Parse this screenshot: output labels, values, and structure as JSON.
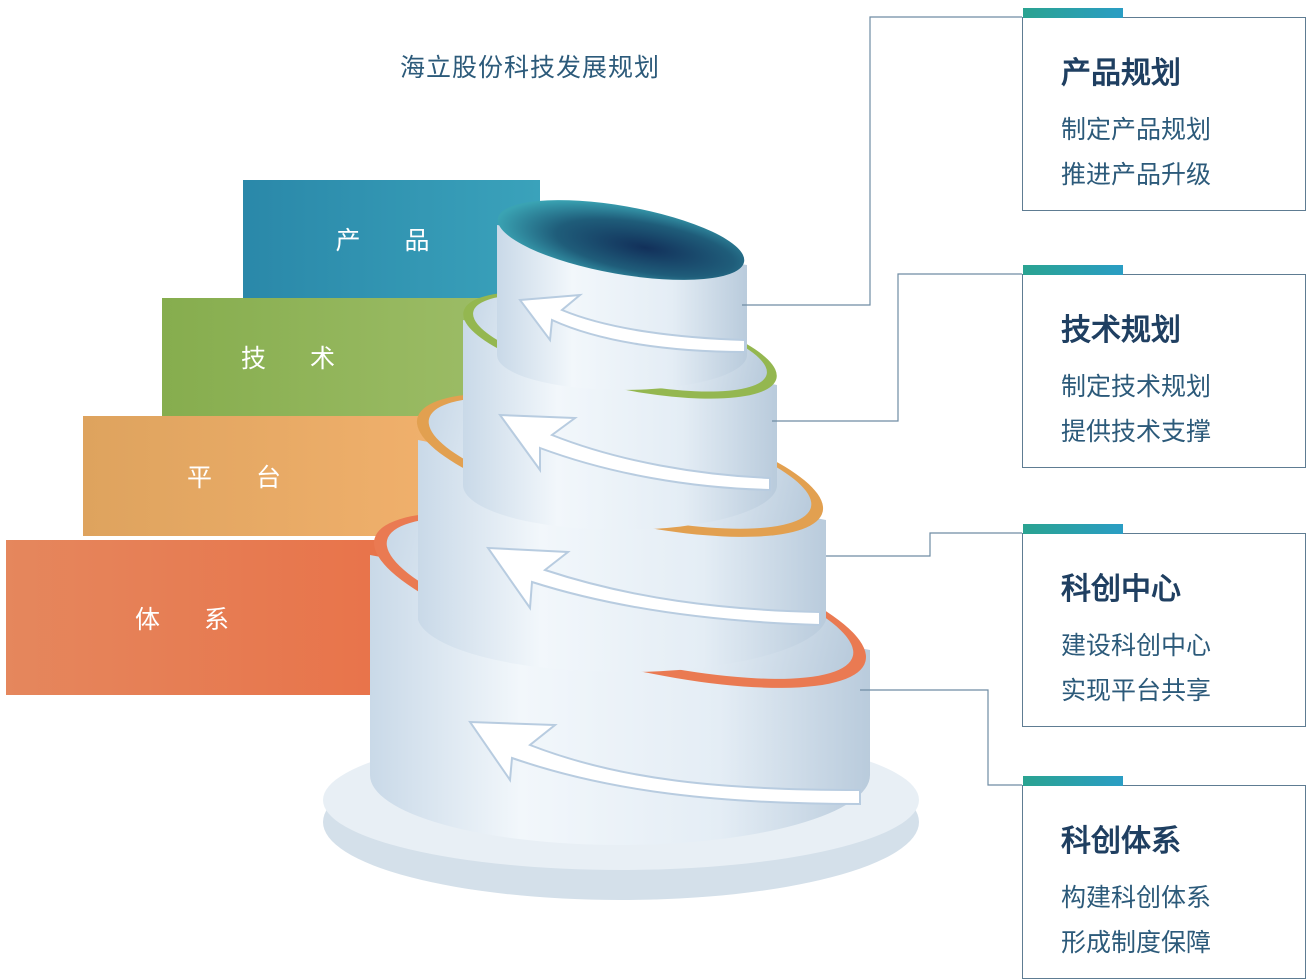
{
  "title": "海立股份科技发展规划",
  "layers": [
    {
      "label": "产 品",
      "color": "#3296b1"
    },
    {
      "label": "技 术",
      "color": "#8fb35a"
    },
    {
      "label": "平 台",
      "color": "#e7a865"
    },
    {
      "label": "体 系",
      "color": "#e87b55"
    }
  ],
  "cards": [
    {
      "title": "产品规划",
      "lines": [
        "制定产品规划",
        "推进产品升级"
      ]
    },
    {
      "title": "技术规划",
      "lines": [
        "制定技术规划",
        "提供技术支撑"
      ]
    },
    {
      "title": "科创中心",
      "lines": [
        "建设科创中心",
        "实现平台共享"
      ]
    },
    {
      "title": "科创体系",
      "lines": [
        "构建科创体系",
        "形成制度保障"
      ]
    }
  ]
}
